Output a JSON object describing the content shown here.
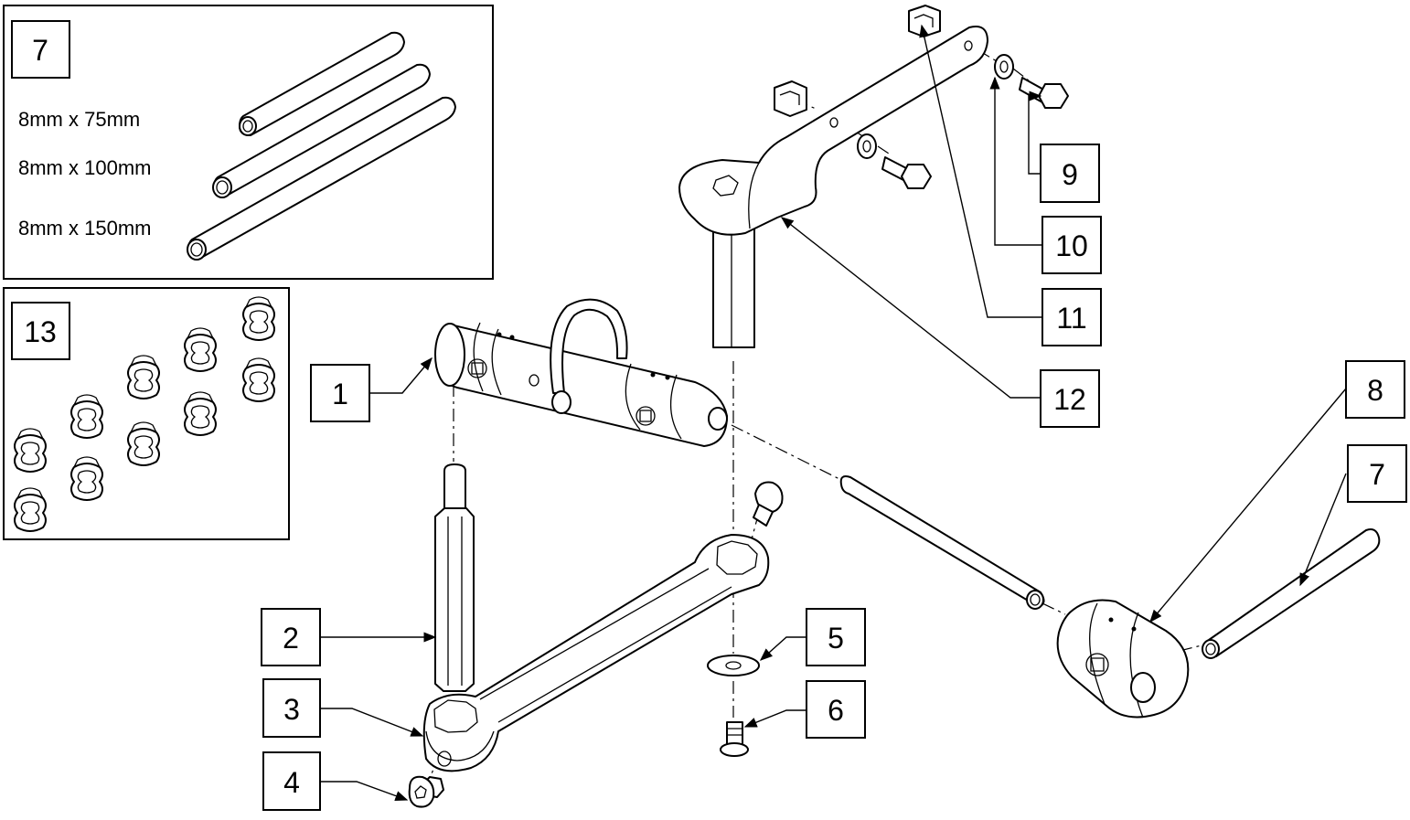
{
  "inset_tubes": {
    "callout": "7",
    "sizes": [
      "8mm x 75mm",
      "8mm x 100mm",
      "8mm x 150mm"
    ]
  },
  "inset_clips": {
    "callout": "13"
  },
  "callouts": {
    "c1": "1",
    "c2": "2",
    "c3": "3",
    "c4": "4",
    "c5": "5",
    "c6": "6",
    "c7": "7",
    "c8": "8",
    "c9": "9",
    "c10": "10",
    "c11": "11",
    "c12": "12"
  }
}
